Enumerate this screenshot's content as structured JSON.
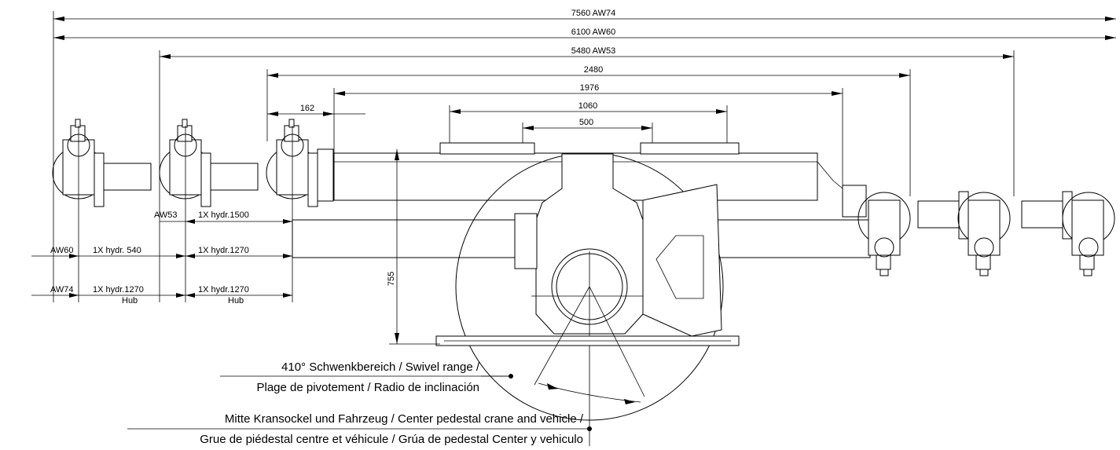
{
  "dimensions": {
    "d7560": "7560 AW74",
    "d6100": "6100 AW60",
    "d5480": "5480 AW53",
    "d2480": "2480",
    "d1976": "1976",
    "d1060": "1060",
    "d500": "500",
    "d162": "162",
    "d755": "755"
  },
  "cylinder_labels": {
    "aw53": "AW53",
    "aw60": "AW60",
    "aw74": "AW74",
    "hydr1500": "1X hydr.1500",
    "hydr540": "1X hydr. 540",
    "hydr1270_a": "1X hydr.1270",
    "hydr1270_b": "1X hydr.1270",
    "hydr1270_c": "1X hydr.1270",
    "hub_a": "Hub",
    "hub_b": "Hub"
  },
  "notes": {
    "swivel_line1": "410° Schwenkbereich / Swivel range /",
    "swivel_line2": "Plage de pivotement / Radio de inclinación",
    "center_line1": "Mitte Kransockel und Fahrzeug / Center pedestal crane and vehicle /",
    "center_line2": "Grue de piédestal centre et véhicule / Grúa de pedestal Center y vehiculo"
  }
}
